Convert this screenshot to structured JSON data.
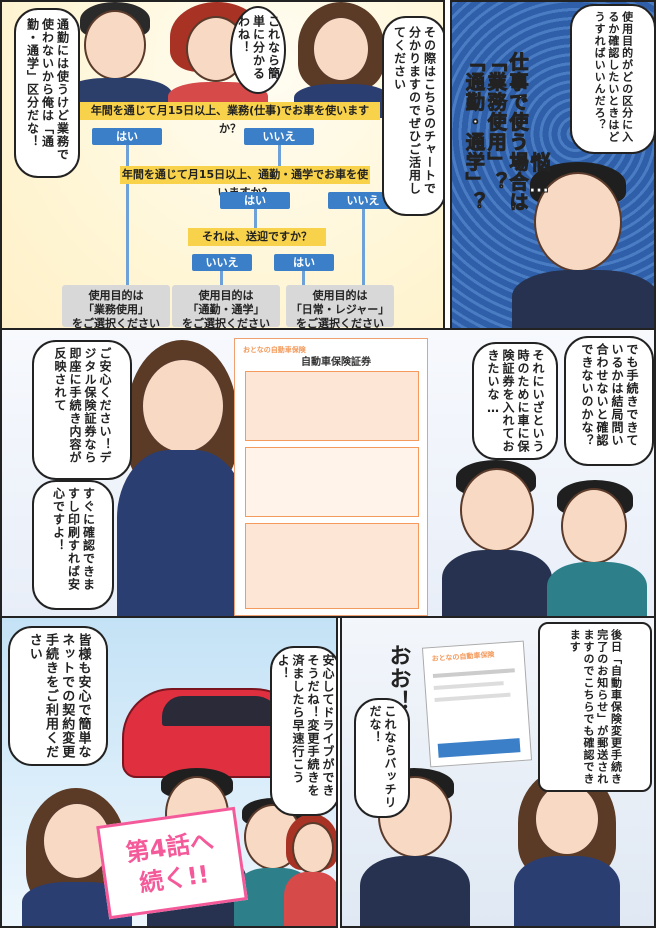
{
  "colors": {
    "flow_question": "#f8d24a",
    "flow_button": "#3a7fc7",
    "flow_result": "#d8d8d8",
    "panel_bg_blue": "#2f5fa8",
    "doc_orange": "#f39a5c",
    "car_red": "#e03040",
    "banner_pink": "#f45a9a"
  },
  "panel1": {
    "speech_man_left": "通勤には使うけど業務で使わないから俺は「通勤・通学」区分だな！",
    "speech_woman_center": "これなら簡単に分かるわね！",
    "speech_woman_right": "その際はこちらのチャートで分かりますのでぜひご活用してください",
    "speech_man_right": "使用目的がどの区分に入るか確認したいときはどうすればいいんだろ？",
    "thought_bold": "仕事で使う場合は「業務使用」？「通勤・通学」？",
    "sfx": "悩…"
  },
  "flowchart": {
    "q1": "年間を通じて月15日以上、業務(仕事)でお車を使いますか？",
    "q2": "年間を通じて月15日以上、通勤・通学でお車を使いますか？",
    "q3": "それは、送迎ですか？",
    "yes": "はい",
    "no": "いいえ",
    "result1_line1": "使用目的は",
    "result1_line2": "「業務使用」",
    "result1_line3": "をご選択ください",
    "result2_line1": "使用目的は",
    "result2_line2": "「通勤・通学」",
    "result2_line3": "をご選択ください",
    "result3_line1": "使用目的は",
    "result3_line2": "「日常・レジャー」",
    "result3_line3": "をご選択ください"
  },
  "panel2": {
    "speech_woman": "ご安心ください！デジタル保険証券なら即座に手続き内容が反映されて",
    "speech_woman_2": "すぐに確認できますし印刷すれば安心ですよ！",
    "speech_man": "でも手続きできているかは結局問い合わせないと確認できないのかな？",
    "speech_man_2": "それにいざという時のために車に保険証券を入れておきたいな…",
    "doc_title": "自動車保険証券",
    "doc_brand": "おとなの自動車保険"
  },
  "panel3": {
    "speech_woman": "皆様も安心で簡単なネットでの契約変更手続きをご利用ください",
    "speech_man": "安心してドライブができそうだね！変更手続きを済ましたら早速行こうよ！",
    "banner_line1": "第4話へ",
    "banner_line2": "続く!!"
  },
  "panel4": {
    "sfx": "おお！",
    "speech_man": "これならバッチリだな！",
    "narration": "後日「自動車保険変更手続き完了のお知らせ」が郵送されますのでこちらでも確認できます",
    "doc_brand": "おとなの自動車保険"
  }
}
